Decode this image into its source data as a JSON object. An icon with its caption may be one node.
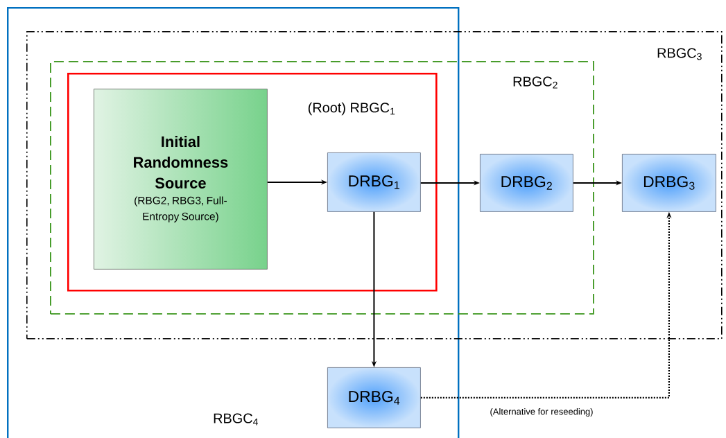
{
  "diagram": {
    "nodes": [
      {
        "text": [
          "RBGC$_{4}$"
        ]
      },
      {
        "text": [
          "RBGC$_{3}$"
        ]
      },
      {
        "text": [
          "RBGC$_{2}$"
        ],
        "in": 1
      },
      {
        "text": [
          "(Root) RBGC$_{1}$"
        ]
      },
      {
        "text": [
          "Initial Randomness Source",
          "(RBG2, RBG3, Full- Entropy Source)"
        ],
        "in": 3
      },
      {
        "text": [
          "DRBG$_{1}$"
        ],
        "in": 3
      },
      {
        "text": [
          "DRBG$_{2}$"
        ],
        "in": 2
      },
      {
        "text": [
          "DRBG$_{3}$"
        ],
        "in": 1
      },
      {
        "text": [
          "DRBG$_{4}$"
        ],
        "in": 0
      }
    ],
    "edges": [
      {
        "from": 4,
        "to": 5,
        "arrow": "to"
      },
      {
        "from": 5,
        "to": 6,
        "arrow": "to"
      },
      {
        "from": 6,
        "to": 7,
        "arrow": "to"
      },
      {
        "from": 5,
        "to": 8,
        "arrow": "to"
      },
      {
        "from": 8,
        "to": 7,
        "arrow": "to",
        "style": "dashed",
        "label": "(Alternative for reseeding)"
      }
    ]
  }
}
